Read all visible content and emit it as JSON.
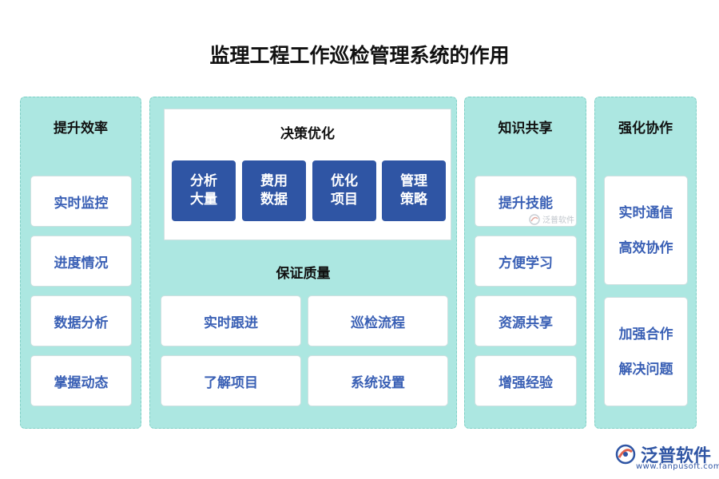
{
  "title": "监理工程工作巡检管理系统的作用",
  "panels": {
    "efficiency": {
      "title": "提升效率",
      "items": [
        "实时监控",
        "进度情况",
        "数据分析",
        "掌握动态"
      ]
    },
    "center": {
      "decision": {
        "title": "决策优化",
        "boxes": [
          [
            "分析",
            "大量"
          ],
          [
            "费用",
            "数据"
          ],
          [
            "优化",
            "项目"
          ],
          [
            "管理",
            "策略"
          ]
        ]
      },
      "quality": {
        "title": "保证质量",
        "items": [
          "实时跟进",
          "巡检流程",
          "了解项目",
          "系统设置"
        ]
      }
    },
    "knowledge": {
      "title": "知识共享",
      "items": [
        "提升技能",
        "方便学习",
        "资源共享",
        "增强经验"
      ]
    },
    "collab": {
      "title": "强化协作",
      "card1": [
        "实时通信",
        "高效协作"
      ],
      "card2": [
        "加强合作",
        "解决问题"
      ]
    }
  },
  "watermark": {
    "small": "泛普软件",
    "brand": "泛普软件",
    "url": "www.fanpusoft.com"
  },
  "colors": {
    "panel_bg": "#ace7e1",
    "card_text": "#3a60b5",
    "blue_box": "#2f55a4"
  }
}
